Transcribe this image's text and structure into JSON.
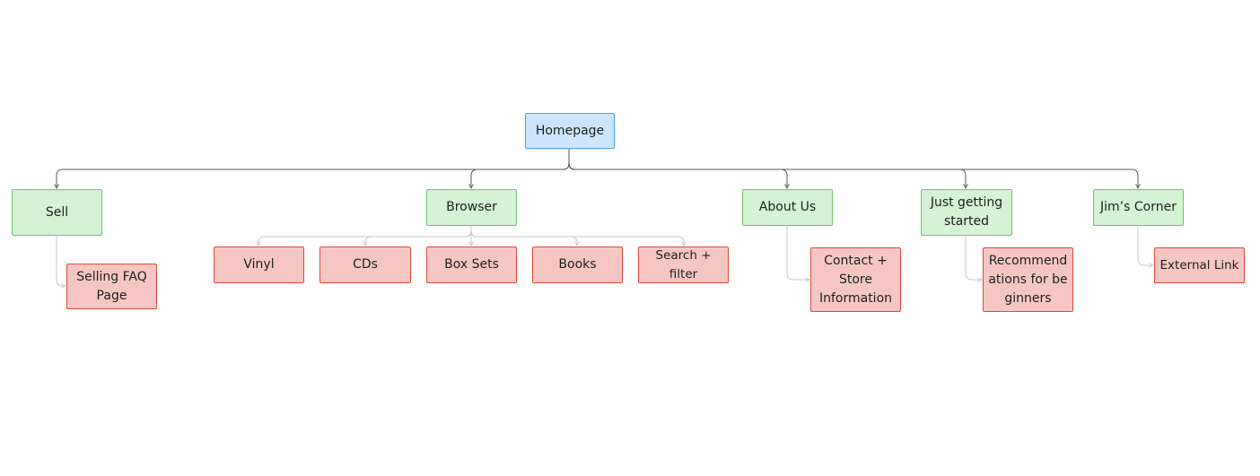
{
  "diagram": {
    "root": {
      "id": "homepage",
      "label": "Homepage"
    },
    "sections": [
      {
        "id": "sell",
        "label": "Sell",
        "children": [
          {
            "id": "selling-faq",
            "label": "Selling FAQ Page"
          }
        ]
      },
      {
        "id": "browser",
        "label": "Browser",
        "children": [
          {
            "id": "vinyl",
            "label": "Vinyl"
          },
          {
            "id": "cds",
            "label": "CDs"
          },
          {
            "id": "box-sets",
            "label": "Box Sets"
          },
          {
            "id": "books",
            "label": "Books"
          },
          {
            "id": "search-filter",
            "label": "Search + filter"
          }
        ]
      },
      {
        "id": "about-us",
        "label": "About Us",
        "children": [
          {
            "id": "contact-store",
            "label": "Contact + Store Information"
          }
        ]
      },
      {
        "id": "just-getting-started",
        "label": "Just getting started",
        "children": [
          {
            "id": "recommendations",
            "label": "Recommendations for beginners"
          }
        ]
      },
      {
        "id": "jims-corner",
        "label": "Jim’s Corner",
        "children": [
          {
            "id": "external-link",
            "label": "External Link"
          }
        ]
      }
    ]
  },
  "colors": {
    "root_fill": "#cce5fc",
    "root_border": "#4a9fe8",
    "section_fill": "#d4f2d4",
    "section_border": "#6dc46d",
    "page_fill": "#f6c7c2",
    "page_border": "#e0473b",
    "primary_connector": "#5a5a5a",
    "secondary_connector": "#c8c8c8"
  }
}
